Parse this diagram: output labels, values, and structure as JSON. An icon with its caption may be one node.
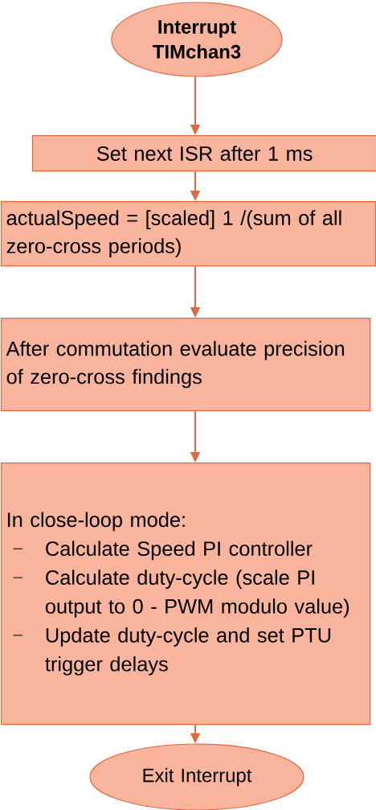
{
  "diagram": {
    "nodes": [
      {
        "text": [
          "Interrupt TIMchan3"
        ]
      },
      {
        "text": [
          "Set next ISR after 1 ms"
        ]
      },
      {
        "text": [
          "actualSpeed = [scaled] 1 /(sum of all zero-cross periods)"
        ]
      },
      {
        "text": [
          "After commutation evaluate precision of zero-cross findings"
        ]
      },
      {
        "text": [
          "In close-loop mode:",
          "Calculate Speed PI controller",
          "Calculate duty-cycle (scale PI output to 0 - PWM modulo value)",
          "Update duty-cycle and set PTU trigger delays"
        ]
      },
      {
        "text": [
          "Exit Interrupt"
        ]
      }
    ],
    "edges": [
      {
        "from": 0,
        "to": 1,
        "arrow": "to"
      },
      {
        "from": 1,
        "to": 2,
        "arrow": "to"
      },
      {
        "from": 2,
        "to": 3,
        "arrow": "to"
      },
      {
        "from": 3,
        "to": 4,
        "arrow": "to"
      },
      {
        "from": 4,
        "to": 5,
        "arrow": "to"
      }
    ]
  }
}
